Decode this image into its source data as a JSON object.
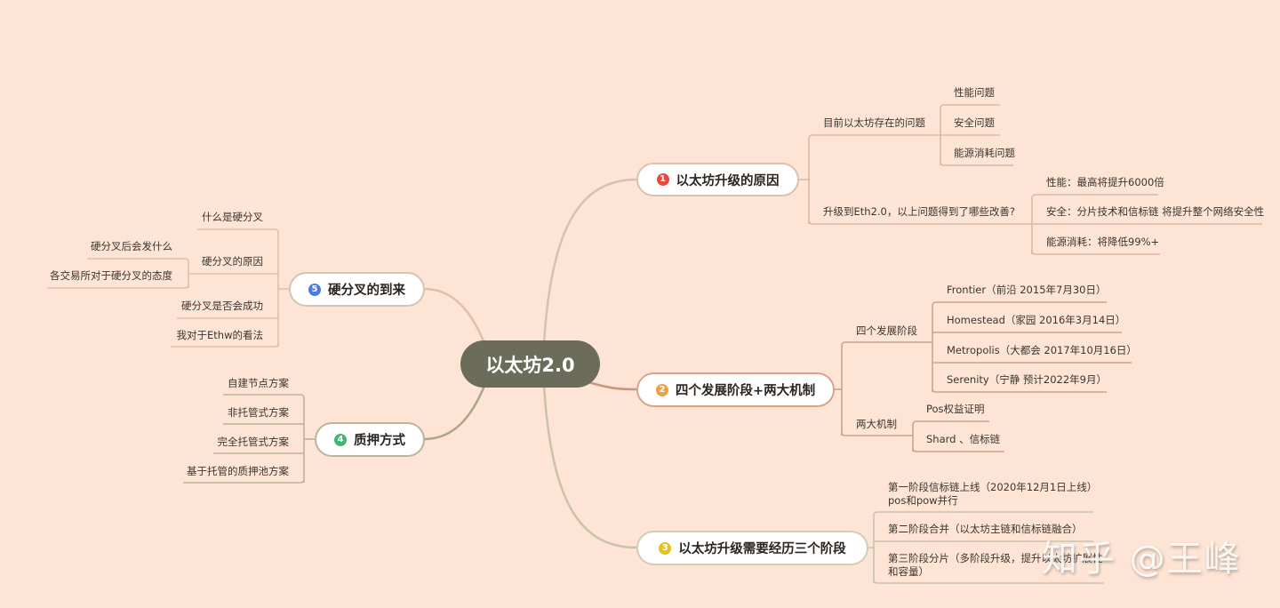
{
  "central": {
    "label": "以太坊2.0"
  },
  "colors": {
    "background": "#fde4d4",
    "central": "#6b6c59",
    "badge1": "#e8493f",
    "badge2": "#f0a040",
    "badge3": "#e6c21a",
    "badge4": "#3cb77a",
    "badge5": "#4e7ae0"
  },
  "branch1": {
    "num": "1",
    "label": "以太坊升级的原因",
    "sub1": {
      "label": "目前以太坊存在的问题",
      "items": [
        "性能问题",
        "安全问题",
        "能源消耗问题"
      ]
    },
    "sub2": {
      "label": "升级到Eth2.0，以上问题得到了哪些改善?",
      "items": [
        "性能：最高将提升6000倍",
        "安全：分片技术和信标链 将提升整个网络安全性",
        "能源消耗：将降低99%+"
      ]
    }
  },
  "branch2": {
    "num": "2",
    "label": "四个发展阶段+两大机制",
    "sub1": {
      "label": "四个发展阶段",
      "items": [
        "Frontier（前沿 2015年7月30日）",
        "Homestead（家园 2016年3月14日）",
        "Metropolis（大都会 2017年10月16日）",
        "Serenity（宁静 预计2022年9月）"
      ]
    },
    "sub2": {
      "label": "两大机制",
      "items": [
        "Pos权益证明",
        "Shard 、信标链"
      ]
    }
  },
  "branch3": {
    "num": "3",
    "label": "以太坊升级需要经历三个阶段",
    "items": [
      {
        "line1": "第一阶段信标链上线（2020年12月1日上线）",
        "line2": "pos和pow并行"
      },
      {
        "line1": "第二阶段合并（以太坊主链和信标链融合）",
        "line2": ""
      },
      {
        "line1": "第三阶段分片（多阶段升级，提升以太坊扩展性",
        "line2": "和容量）"
      }
    ]
  },
  "branch4": {
    "num": "4",
    "label": "质押方式",
    "items": [
      "自建节点方案",
      "非托管式方案",
      "完全托管式方案",
      "基于托管的质押池方案"
    ]
  },
  "branch5": {
    "num": "5",
    "label": "硬分叉的到来",
    "items": [
      "什么是硬分叉",
      "硬分叉的原因",
      "硬分叉是否会成功",
      "我对于Ethw的看法"
    ],
    "reason_items": [
      "硬分叉后会发什么",
      "各交易所对于硬分叉的态度"
    ]
  },
  "watermark": "知乎 @王峰"
}
